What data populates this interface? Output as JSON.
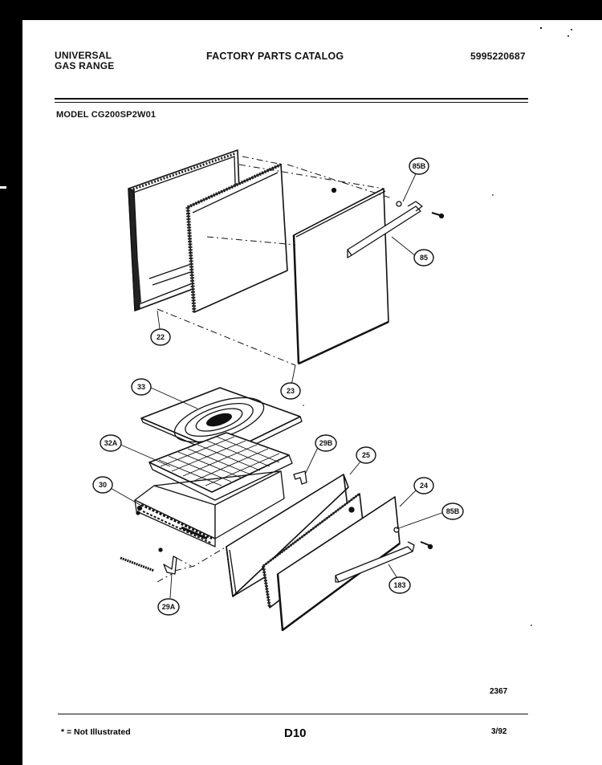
{
  "header": {
    "brand_line1": "UNIVERSAL",
    "brand_line2": "GAS RANGE",
    "catalog_title": "FACTORY PARTS CATALOG",
    "part_number": "5995220687",
    "model": "MODEL CG200SP2W01"
  },
  "callouts": {
    "c22": "22",
    "c23": "23",
    "c24": "24",
    "c25": "25",
    "c30": "30",
    "c33": "33",
    "c85": "85",
    "c85b_top": "85B",
    "c85b_bottom": "85B",
    "c29a": "29A",
    "c29b": "29B",
    "c32a": "32A",
    "c183": "183"
  },
  "footer": {
    "drawing_code": "2367",
    "note": "* = Not Illustrated",
    "page": "D10",
    "date": "3/92"
  },
  "colors": {
    "ink": "#111111",
    "paper": "#ffffff",
    "border": "#000000"
  }
}
